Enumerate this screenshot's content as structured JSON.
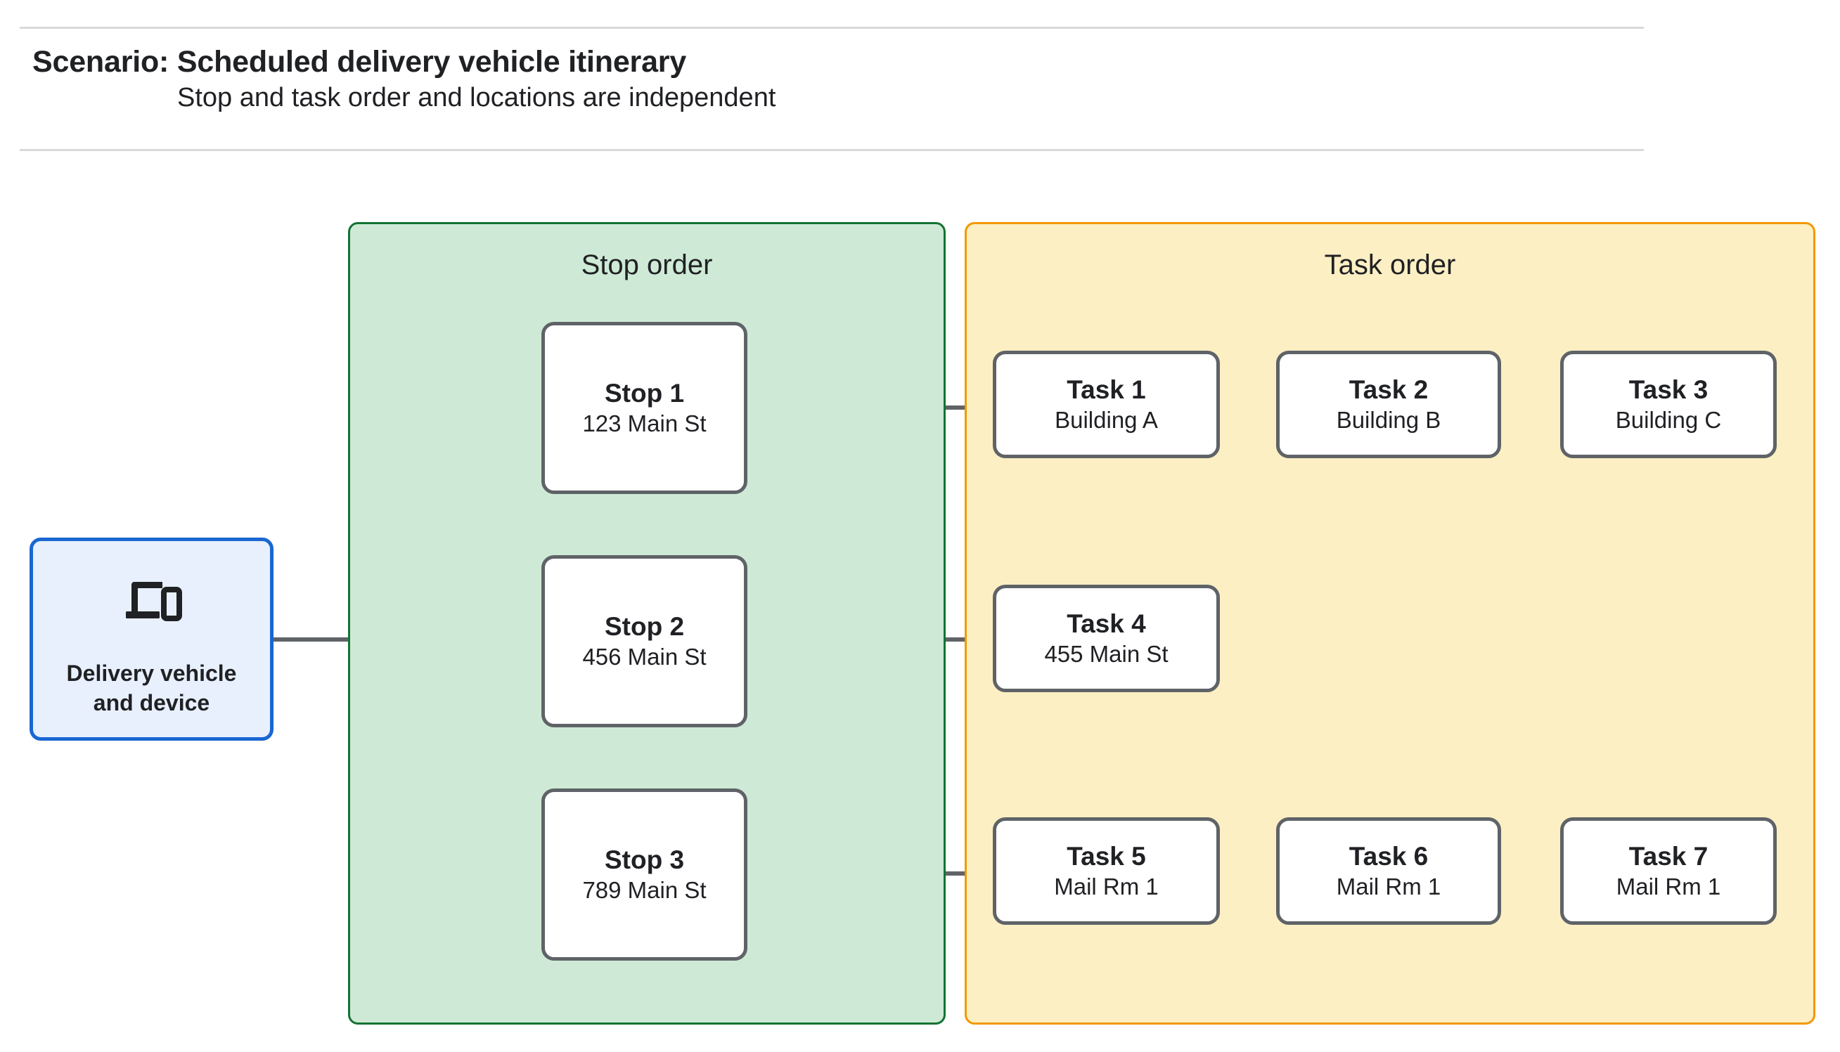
{
  "header": {
    "title": "Scenario: Scheduled delivery vehicle itinerary",
    "subtitle": "Stop and task order and locations are independent"
  },
  "device": {
    "label": "Delivery vehicle\nand device",
    "icon": "devices-icon",
    "border_color": "#1967d2",
    "fill_color": "#e8f0fe"
  },
  "stop_panel": {
    "title": "Stop order",
    "border_color": "#137333",
    "fill_color": "#ceead6",
    "stops": [
      {
        "title": "Stop 1",
        "address": "123 Main St"
      },
      {
        "title": "Stop 2",
        "address": "456 Main St"
      },
      {
        "title": "Stop 3",
        "address": "789 Main St"
      }
    ]
  },
  "task_panel": {
    "title": "Task order",
    "border_color": "#f29900",
    "fill_color": "#fcefc3",
    "rows": [
      {
        "tasks": [
          {
            "title": "Task 1",
            "location": "Building A"
          },
          {
            "title": "Task 2",
            "location": "Building B"
          },
          {
            "title": "Task 3",
            "location": "Building C"
          }
        ]
      },
      {
        "tasks": [
          {
            "title": "Task 4",
            "location": "455 Main St"
          }
        ]
      },
      {
        "tasks": [
          {
            "title": "Task 5",
            "location": "Mail Rm 1"
          },
          {
            "title": "Task 6",
            "location": "Mail Rm 1"
          },
          {
            "title": "Task 7",
            "location": "Mail Rm 1"
          }
        ]
      }
    ]
  },
  "connector_color": "#5f6368",
  "node_border_color": "#5f6368"
}
